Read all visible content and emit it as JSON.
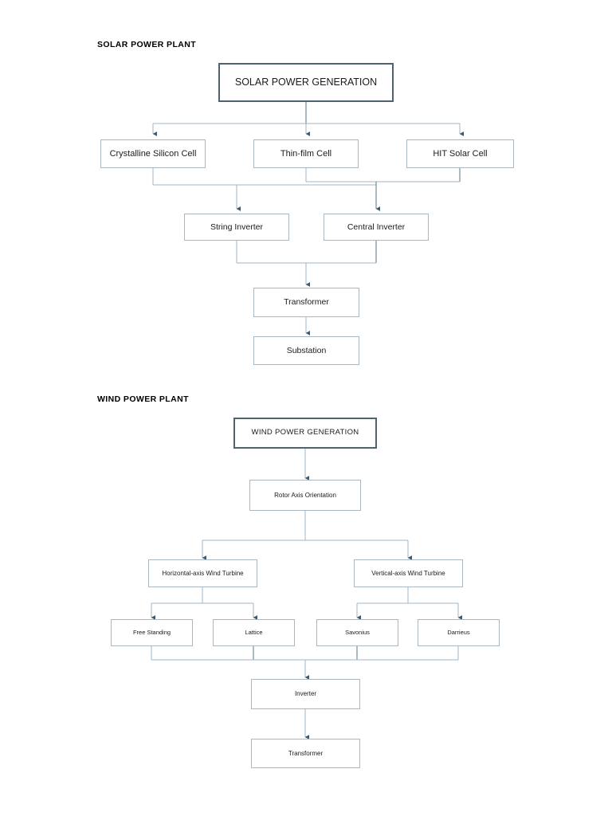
{
  "document": {
    "background": "#ffffff",
    "accent_border": "#a9b7c2",
    "root_border": "#4c6472",
    "wire_color": "#9fb6c4"
  },
  "sections": [
    {
      "id": "solar",
      "title": "SOLAR POWER PLANT",
      "root": "SOLAR POWER GENERATION",
      "cells": [
        "Crystalline Silicon Cell",
        "Thin-film Cell",
        "HIT Solar Cell"
      ],
      "inverters": [
        "String Inverter",
        "Central Inverter"
      ],
      "downstream": [
        "Transformer",
        "Substation"
      ]
    },
    {
      "id": "wind",
      "title": "WIND POWER PLANT",
      "root": "WIND POWER GENERATION",
      "orientation": "Rotor Axis Orientation",
      "turbines": [
        "Horizontal-axis Wind Turbine",
        "Vertical-axis Wind Turbine"
      ],
      "horizontal_types": [
        "Free Standing",
        "Lattice"
      ],
      "vertical_types": [
        "Savonius",
        "Darrieus"
      ],
      "downstream": [
        "Inverter",
        "Transformer"
      ]
    }
  ]
}
